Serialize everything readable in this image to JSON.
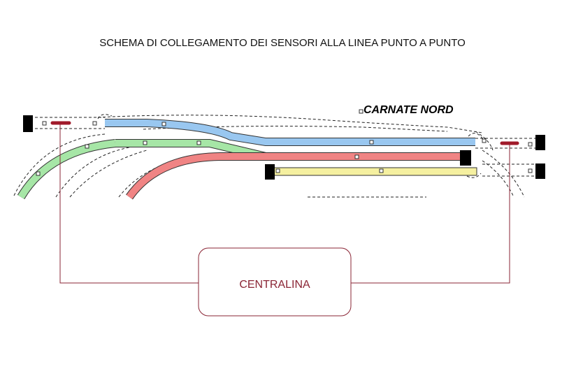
{
  "title": "SCHEMA DI COLLEGAMENTO DEI SENSORI ALLA LINEA PUNTO A PUNTO",
  "station_label": "CARNATE NORD",
  "controller_label": "CENTRALINA",
  "colors": {
    "blue_track": "#99c7f0",
    "green_track": "#a6e6a6",
    "red_track": "#f08484",
    "yellow_track": "#f5f0a0",
    "sensor": "#a01a2a",
    "wire": "#8a2535",
    "controller_border": "#8a2535",
    "controller_text": "#8a2535",
    "buffer": "#000000"
  }
}
